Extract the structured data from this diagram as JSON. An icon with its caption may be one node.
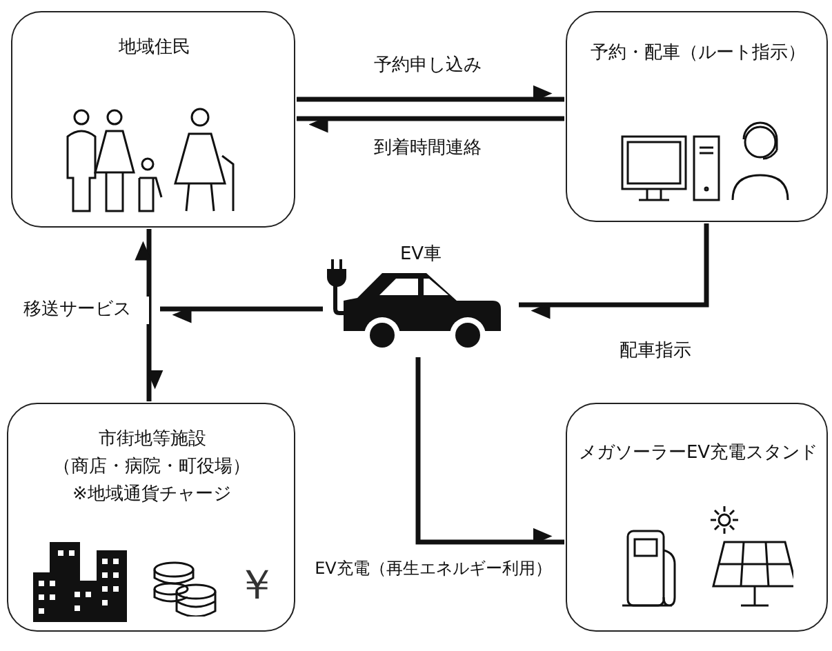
{
  "diagram": {
    "nodes": [
      {
        "text": [
          "地域住民"
        ]
      },
      {
        "text": [
          "予約・配車（ルート指示）"
        ]
      },
      {
        "text": [
          "EV車"
        ]
      },
      {
        "text": [
          "市街地等施設",
          "（商店・病院・町役場）※地域通貨チャージ"
        ]
      },
      {
        "text": [
          "メガソーラーEV充電スタンド"
        ]
      }
    ],
    "edges": [
      {
        "from": 0,
        "to": 1,
        "arrow": "to",
        "label": "予約申し込み"
      },
      {
        "from": 1,
        "to": 0,
        "arrow": "to",
        "label": "到着時間連絡"
      },
      {
        "from": 0,
        "to": 3,
        "arrow": "both"
      },
      {
        "from": 2,
        "to": null,
        "arrow": "to",
        "label": "移送サービス"
      },
      {
        "from": 1,
        "to": 2,
        "arrow": "to",
        "label": "配車指示"
      },
      {
        "from": 2,
        "to": 4,
        "arrow": "to",
        "label": "EV充電（再生エネルギー利用）"
      }
    ],
    "labels": [
      "￥"
    ]
  }
}
